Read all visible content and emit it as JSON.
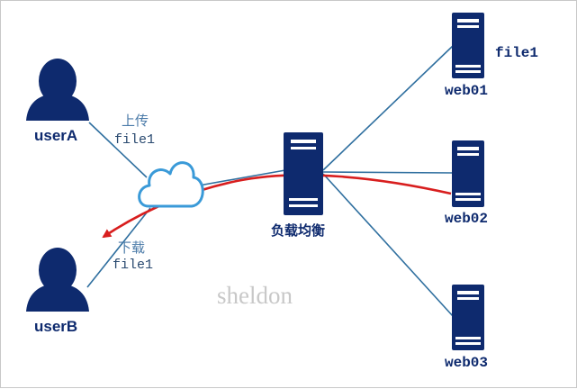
{
  "users": {
    "a": "userA",
    "b": "userB"
  },
  "upload": {
    "action": "上传",
    "file": "file1"
  },
  "download": {
    "action": "下载",
    "file": "file1"
  },
  "load_balancer": "负载均衡",
  "servers": {
    "web01": "web01",
    "web01_file": "file1",
    "web02": "web02",
    "web03": "web03"
  },
  "watermark": "sheldon",
  "colors": {
    "node": "#0e2a6e",
    "link": "#2f6f9f",
    "cloud": "#3a9ad8",
    "download_arrow": "#d81e1e"
  },
  "icons": [
    "user-icon",
    "cloud-icon",
    "server-icon"
  ]
}
